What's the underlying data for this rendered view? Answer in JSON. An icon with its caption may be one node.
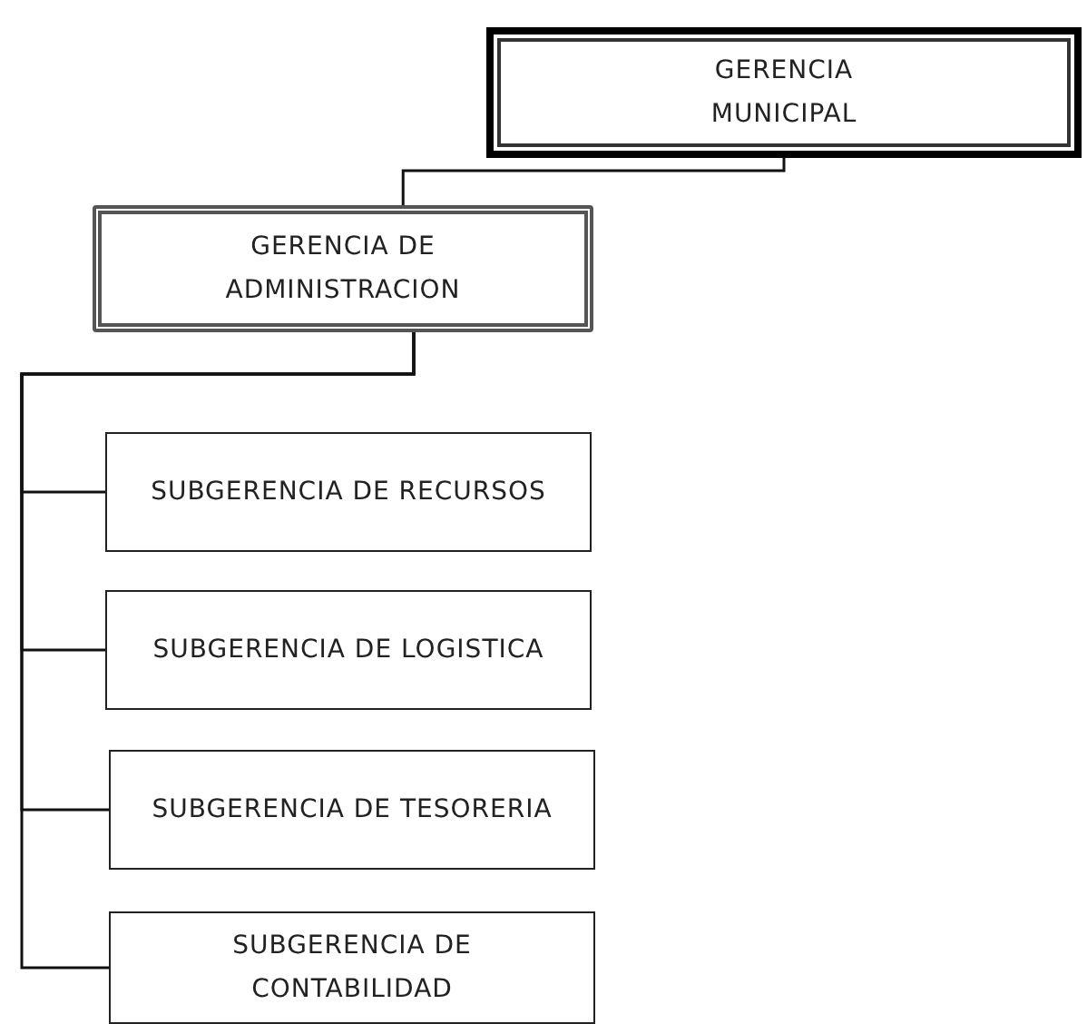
{
  "diagram": {
    "nodes": [
      {
        "text": [
          "GERENCIA MUNICIPAL"
        ]
      },
      {
        "text": [
          "GERENCIA DE ADMINISTRACION"
        ]
      },
      {
        "text": [
          "SUBGERENCIA DE RECURSOS"
        ]
      },
      {
        "text": [
          "SUBGERENCIA DE LOGISTICA"
        ]
      },
      {
        "text": [
          "SUBGERENCIA DE TESORERIA"
        ]
      },
      {
        "text": [
          "SUBGERENCIA DE CONTABILIDAD"
        ]
      }
    ],
    "edges": [
      {
        "from": 0,
        "to": 1,
        "arrow": "none"
      },
      {
        "from": 1,
        "to": 2,
        "arrow": "none"
      },
      {
        "from": 1,
        "to": 3,
        "arrow": "none"
      },
      {
        "from": 1,
        "to": 4,
        "arrow": "none"
      },
      {
        "from": 1,
        "to": 5,
        "arrow": "none"
      }
    ]
  }
}
